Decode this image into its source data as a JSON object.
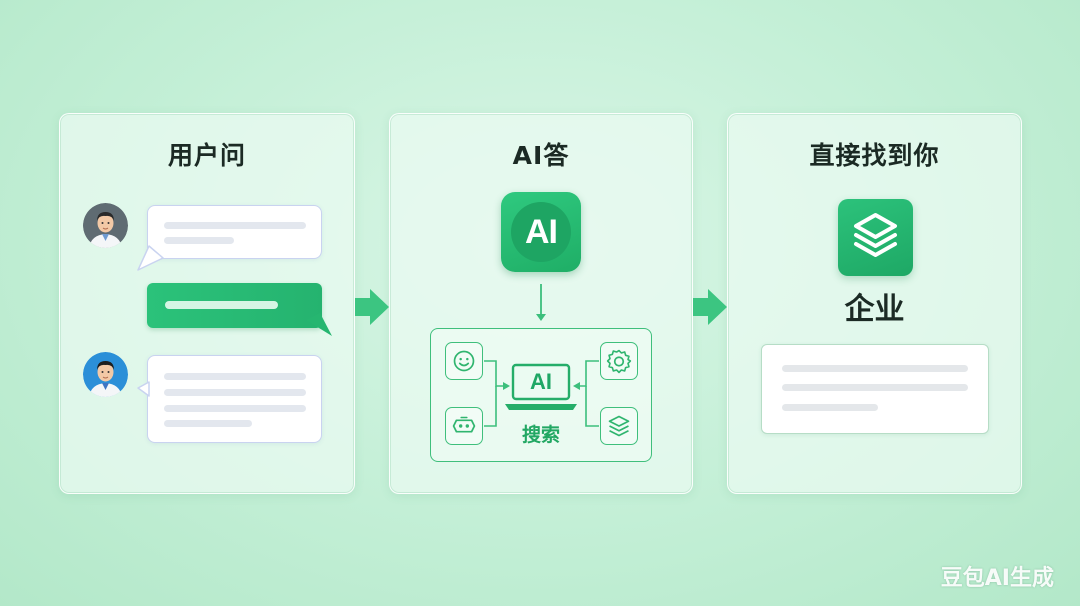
{
  "panels": [
    {
      "title": "用户问"
    },
    {
      "title": "AI答"
    },
    {
      "title": "直接找到你"
    }
  ],
  "ai_icon": {
    "label": "AI"
  },
  "search": {
    "screen_label": "AI",
    "label": "搜索"
  },
  "company": {
    "label": "企业"
  },
  "watermark": "豆包AI生成",
  "colors": {
    "background": "#c3efd6",
    "accent": "#2bc27a",
    "accent_dark": "#1ea563",
    "bubble_border": "#c9d3f0"
  },
  "icons": {
    "user_avatar_1": "avatar-icon",
    "user_avatar_2": "avatar-icon",
    "flow_arrows": "arrow-right-icon",
    "search_sources": [
      "smiley-icon",
      "gear-icon",
      "robot-icon",
      "layers-icon"
    ],
    "company_logo": "layers-icon"
  }
}
